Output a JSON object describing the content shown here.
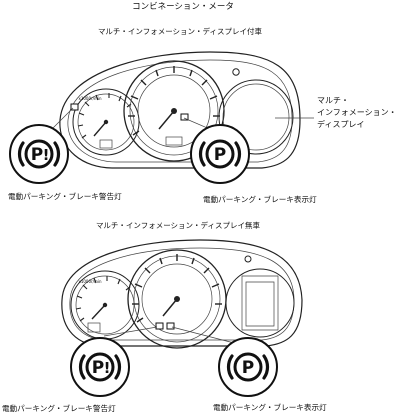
{
  "title": "コンビネーション・メータ",
  "sections": [
    {
      "subtitle": "マルチ・インフォメーション・ディスプレイ付車",
      "display_label": [
        "マルチ・",
        "インフォメーション・",
        "ディスプレイ"
      ],
      "warning_label": "電動パーキング・ブレーキ警告灯",
      "indicator_label": "電動パーキング・ブレーキ表示灯",
      "warning_symbol": "(P!)",
      "indicator_symbol": "(P)",
      "gauge_marking": "x1000r/min"
    },
    {
      "subtitle": "マルチ・インフォメーション・ディスプレイ無車",
      "warning_label": "電動パーキング・ブレーキ警告灯",
      "indicator_label": "電動パーキング・ブレーキ表示灯",
      "warning_symbol": "(P!)",
      "indicator_symbol": "(P)",
      "gauge_marking": "x1000r/min"
    }
  ]
}
